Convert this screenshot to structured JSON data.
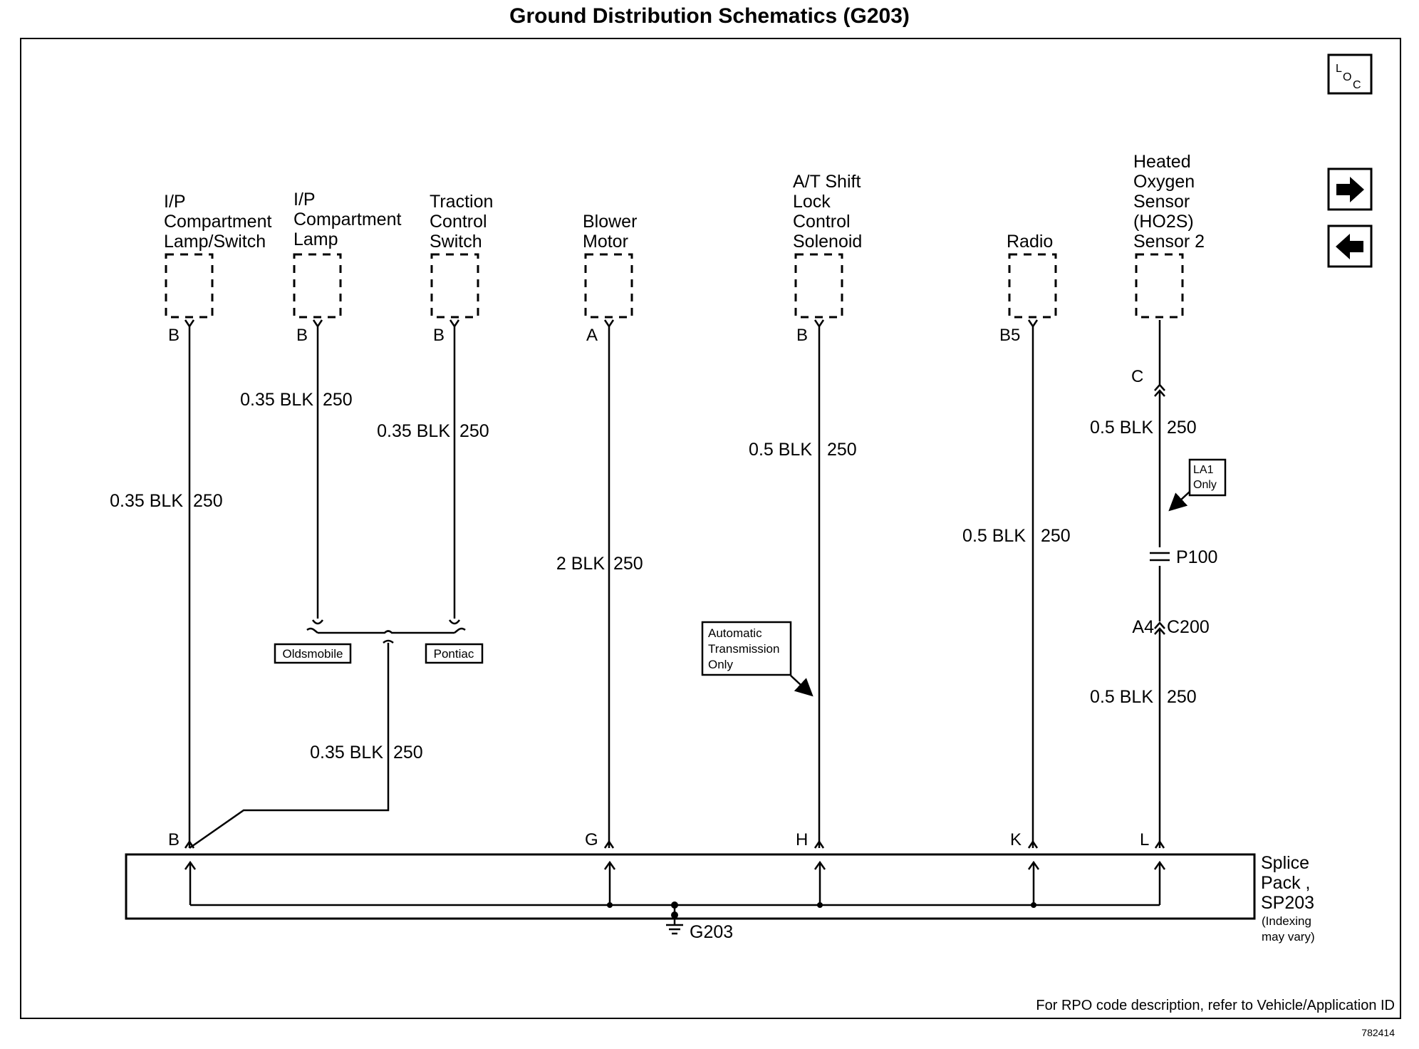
{
  "title": "Ground Distribution Schematics (G203)",
  "nav": {
    "loc_l": "L",
    "loc_o": "O",
    "loc_c": "C"
  },
  "components": [
    {
      "name": [
        "I/P",
        "Compartment",
        "Lamp/Switch"
      ],
      "pin": "B",
      "wire_gauge": "0.35 BLK",
      "circuit": "250",
      "splice_pin": "B"
    },
    {
      "name": [
        "I/P",
        "Compartment",
        "Lamp"
      ],
      "pin": "B",
      "wire_gauge": "0.35 BLK",
      "circuit": "250"
    },
    {
      "name": [
        "Traction",
        "Control",
        "Switch"
      ],
      "pin": "B",
      "wire_gauge": "0.35 BLK",
      "circuit": "250"
    },
    {
      "name": [
        "Blower",
        "Motor"
      ],
      "pin": "A",
      "wire_gauge": "2 BLK",
      "circuit": "250",
      "splice_pin": "G"
    },
    {
      "name": [
        "A/T Shift",
        "Lock",
        "Control",
        "Solenoid"
      ],
      "pin": "B",
      "wire_gauge": "0.5 BLK",
      "circuit": "250",
      "splice_pin": "H"
    },
    {
      "name": [
        "Radio"
      ],
      "pin": "B5",
      "wire_gauge": "0.5 BLK",
      "circuit": "250",
      "splice_pin": "K"
    },
    {
      "name": [
        "Heated",
        "Oxygen",
        "Sensor",
        "(HO2S)",
        "Sensor 2"
      ],
      "pin": "C",
      "wire_gauge": "0.5 BLK",
      "circuit": "250",
      "splice_pin": "L"
    }
  ],
  "merge_wire": {
    "wire_gauge": "0.35 BLK",
    "circuit": "250"
  },
  "options": {
    "oldsmobile": "Oldsmobile",
    "pontiac": "Pontiac"
  },
  "notes": {
    "auto_trans": [
      "Automatic",
      "Transmission",
      "Only"
    ],
    "la1": [
      "LA1",
      "Only"
    ]
  },
  "connectors": {
    "p100": "P100",
    "c200_pin": "A4",
    "c200": "C200",
    "lower_wire_gauge": "0.5 BLK",
    "lower_circuit": "250"
  },
  "splice_pack": {
    "label": [
      "Splice",
      "Pack ,",
      "SP203"
    ],
    "note": [
      "(Indexing",
      "may vary)"
    ]
  },
  "ground": "G203",
  "footer": "For RPO code description, refer to Vehicle/Application ID",
  "figure_code": "782414"
}
